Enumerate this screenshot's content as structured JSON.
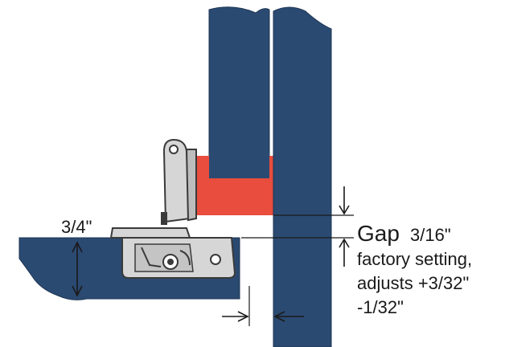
{
  "labels": {
    "thickness": "3/4\"",
    "gap_word": "Gap",
    "gap_value": "3/16\"",
    "note_line1": "factory setting,",
    "note_line2": "adjusts +3/32\"",
    "note_line3": "-1/32\""
  },
  "colors": {
    "panel_navy": "#2b4a72",
    "spacer_red": "#e84d3d",
    "hinge_metal": "#d6d6d6",
    "hinge_outline": "#3a3a3a",
    "dimension_line": "#1a1a1a"
  }
}
